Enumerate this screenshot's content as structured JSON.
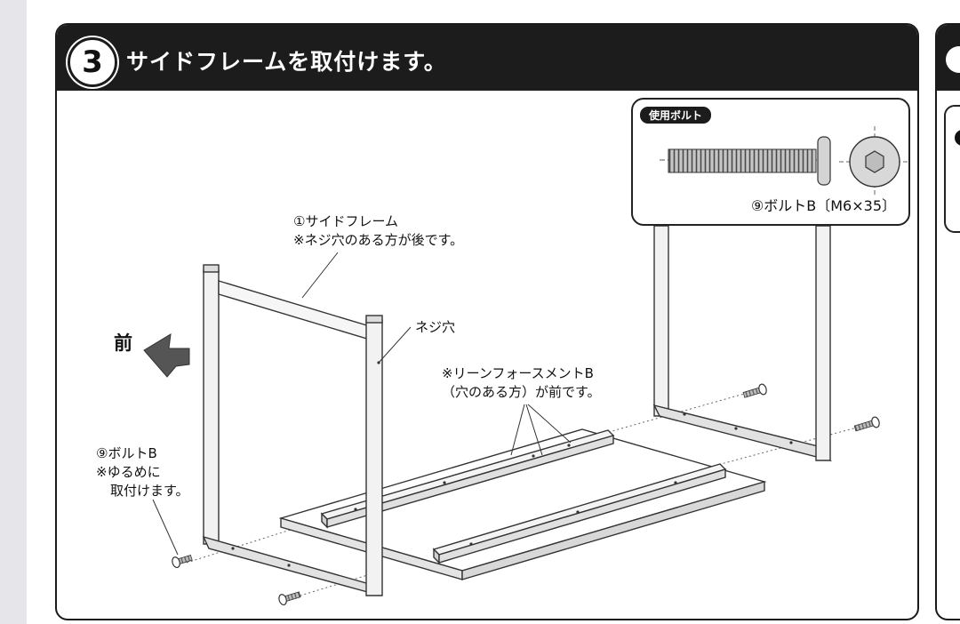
{
  "step": {
    "number": "3",
    "title": "サイドフレームを取付けます。"
  },
  "bolt_box": {
    "tag": "使用ボルト",
    "spec": "⑨ボルトB〔M6×35〕"
  },
  "labels": {
    "side_frame_line1": "①サイドフレーム",
    "side_frame_line2": "※ネジ穴のある方が後です。",
    "screw_hole": "ネジ穴",
    "reinforcement_line1": "※リーンフォースメントB",
    "reinforcement_line2": "（穴のある方）が前です。",
    "bolt_line1": "⑨ボルトB",
    "bolt_line2": "※ゆるめに",
    "bolt_line3": "取付けます。",
    "front": "前"
  }
}
